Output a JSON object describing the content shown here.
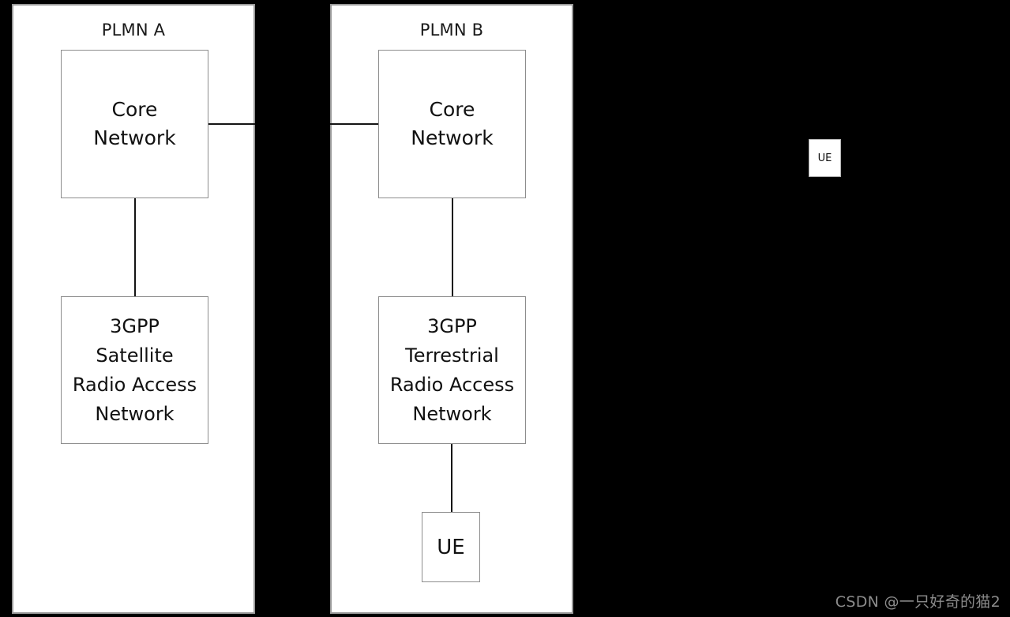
{
  "background_color": "#000000",
  "panel_fill": "#ffffff",
  "panel_border_color": "#9a9a9a",
  "box_border_color": "#8d8d8d",
  "line_color": "#141414",
  "text_color": "#111111",
  "watermark_color": "#8c8c8c",
  "diagram": {
    "panels": [
      {
        "id": "plmn-a",
        "title": "PLMN A",
        "nodes": [
          {
            "id": "core-network-a",
            "label": "Core\nNetwork"
          },
          {
            "id": "ran-a",
            "label": "3GPP\nSatellite\nRadio Access\nNetwork"
          }
        ]
      },
      {
        "id": "plmn-b",
        "title": "PLMN B",
        "nodes": [
          {
            "id": "core-network-b",
            "label": "Core\nNetwork"
          },
          {
            "id": "ran-b",
            "label": "3GPP\nTerrestrial\nRadio Access\nNetwork"
          },
          {
            "id": "ue-b",
            "label": "UE"
          }
        ]
      }
    ],
    "floating_nodes": [
      {
        "id": "ue-floating",
        "label": "UE"
      }
    ]
  },
  "watermark": {
    "text": "CSDN @一只好奇的猫2"
  }
}
